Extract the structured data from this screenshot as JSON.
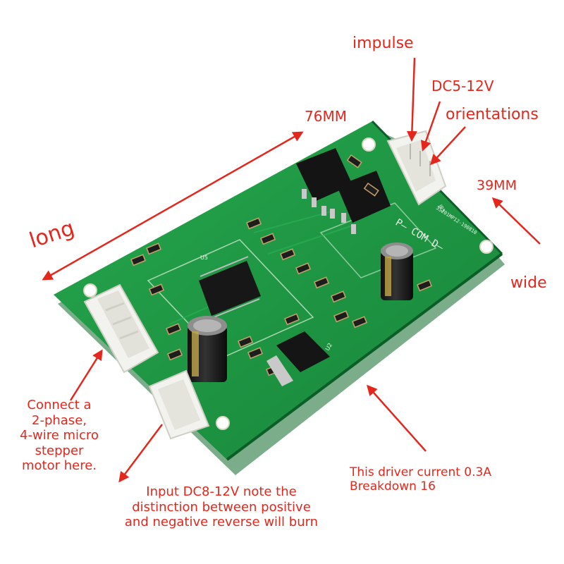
{
  "labels": {
    "long": "long",
    "length_mm": "76MM",
    "impulse": "impulse",
    "dc_5_12v": "DC5-12V",
    "orientations": "orientations",
    "width_mm": "39MM",
    "wide": "wide",
    "motor_note": "Connect a\n2-phase,\n4-wire micro\nstepper\nmotor here.",
    "power_note": "Input DC8-12V note the\ndistinction between positive\nand negative reverse will burn",
    "driver_note": "This driver current 0.3A\nBreakdown 16"
  },
  "board_silk": {
    "signal_pins": "P—  COM  D—",
    "part_number": "35201MP12-190810",
    "u5": "U5",
    "u2": "U2",
    "jp3": "JP3"
  },
  "colors": {
    "annotation": "#e3271c",
    "pcb": "#1f9a45",
    "connector": "#f2f2ee",
    "capacitor": "#1a1a1a"
  }
}
